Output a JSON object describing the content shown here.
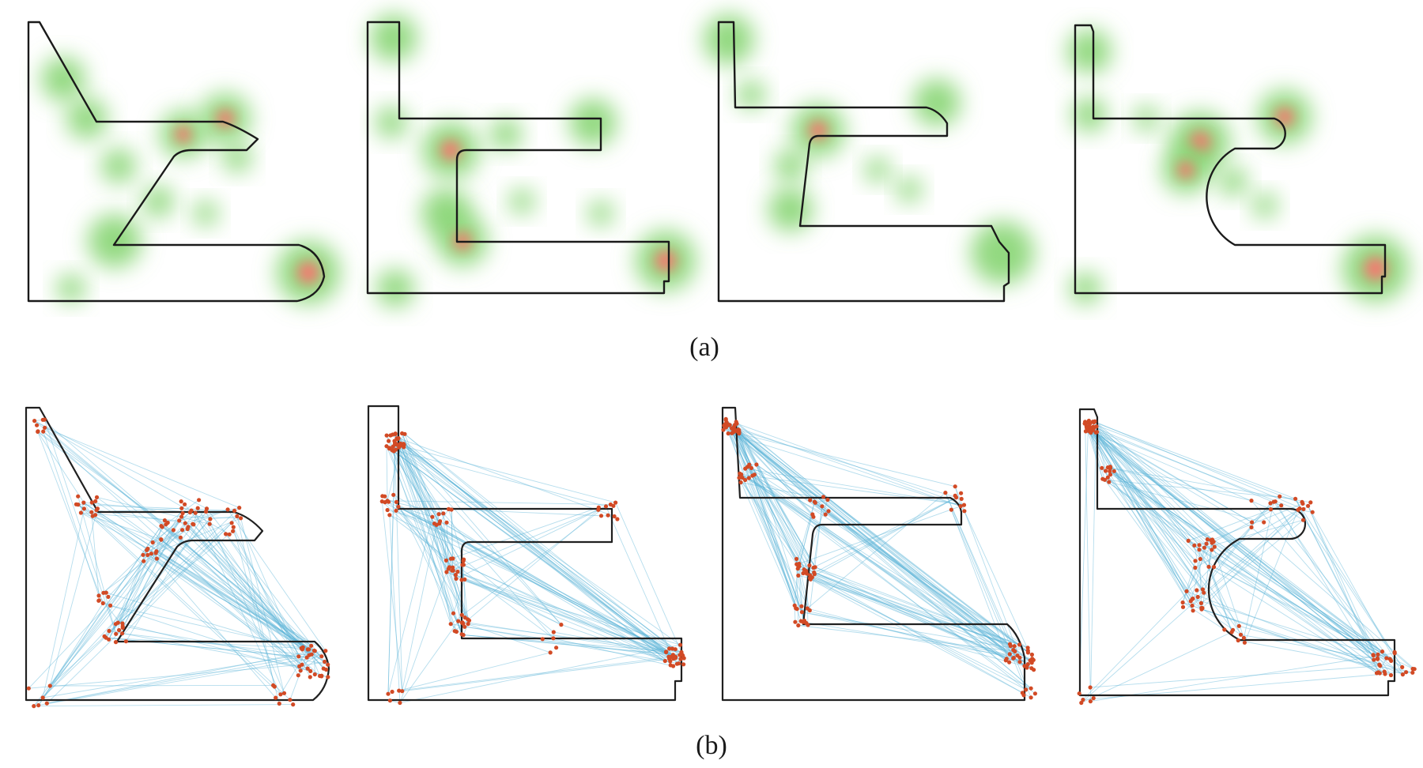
{
  "figure": {
    "caption_a": "(a)",
    "caption_b": "(b)"
  },
  "colors": {
    "heat_low": "#7fd26a",
    "heat_mid": "#5cc24a",
    "heat_high": "#ff6f6f",
    "scanpath_line": "#5ab4d6",
    "fixation_point": "#d24a25",
    "outline": "#1a1a1a"
  },
  "panels": [
    {
      "id": "shape-1",
      "kind": "slanted-bracket"
    },
    {
      "id": "shape-2",
      "kind": "rectangular-bracket"
    },
    {
      "id": "shape-3",
      "kind": "chamfered-bracket"
    },
    {
      "id": "shape-4",
      "kind": "rounded-bracket"
    }
  ]
}
